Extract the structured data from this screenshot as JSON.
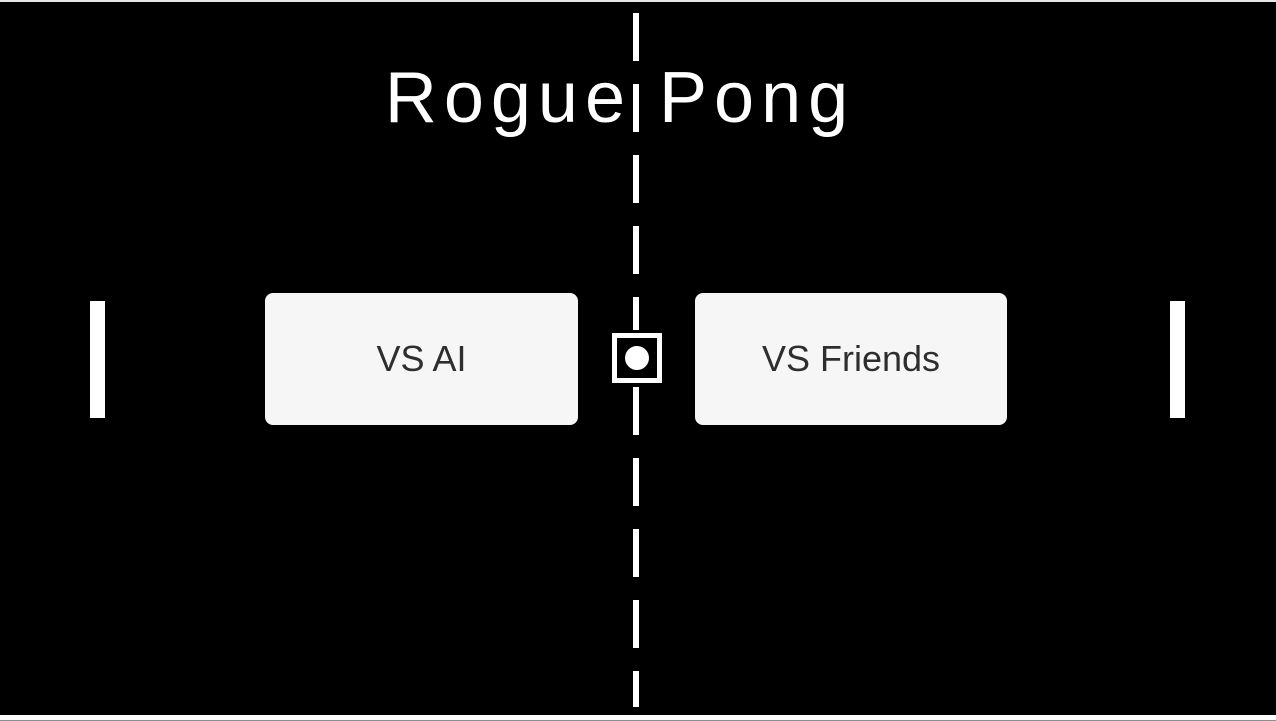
{
  "app": {
    "title": "Rogue Pong"
  },
  "menu": {
    "buttons": [
      {
        "id": "vs-ai",
        "label": "VS AI"
      },
      {
        "id": "vs-friends",
        "label": "VS Friends"
      }
    ]
  },
  "game": {
    "icons": [
      {
        "name": "ball-icon",
        "description": "square outline with centered dot on the center dashed line"
      }
    ],
    "colors": {
      "field_background": "#000000",
      "line_and_paddles": "#ffffff",
      "button_background": "#f6f6f6",
      "button_text": "#2e2e2e"
    }
  }
}
